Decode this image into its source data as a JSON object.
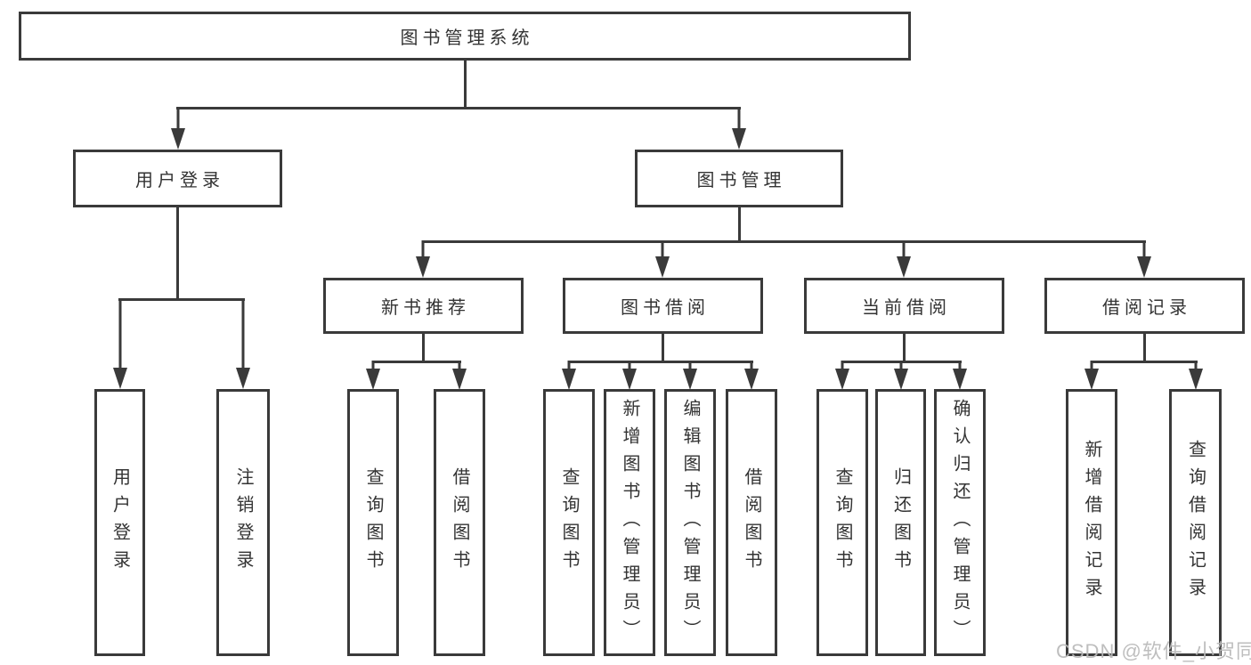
{
  "nodes": {
    "root": "图书管理系统",
    "login": "用户登录",
    "mgmt": "图书管理",
    "newbook": "新书推荐",
    "borrow": "图书借阅",
    "current": "当前借阅",
    "record": "借阅记录",
    "login_user": "用户登录",
    "login_logout": "注销登录",
    "newbook_query": "查询图书",
    "newbook_borrow": "借阅图书",
    "borrow_query": "查询图书",
    "borrow_add": "新增图书（管理员）",
    "borrow_edit": "编辑图书（管理员）",
    "borrow_lend": "借阅图书",
    "current_query": "查询图书",
    "current_return": "归还图书",
    "current_confirm": "确认归还（管理员）",
    "record_add": "新增借阅记录",
    "record_query": "查询借阅记录"
  },
  "watermark": "CSDN @软件_小贺同学",
  "colors": {
    "line": "#3a3a3a",
    "text": "#333333",
    "box_bg": "#ffffff",
    "watermark": "#b9b9b9"
  }
}
